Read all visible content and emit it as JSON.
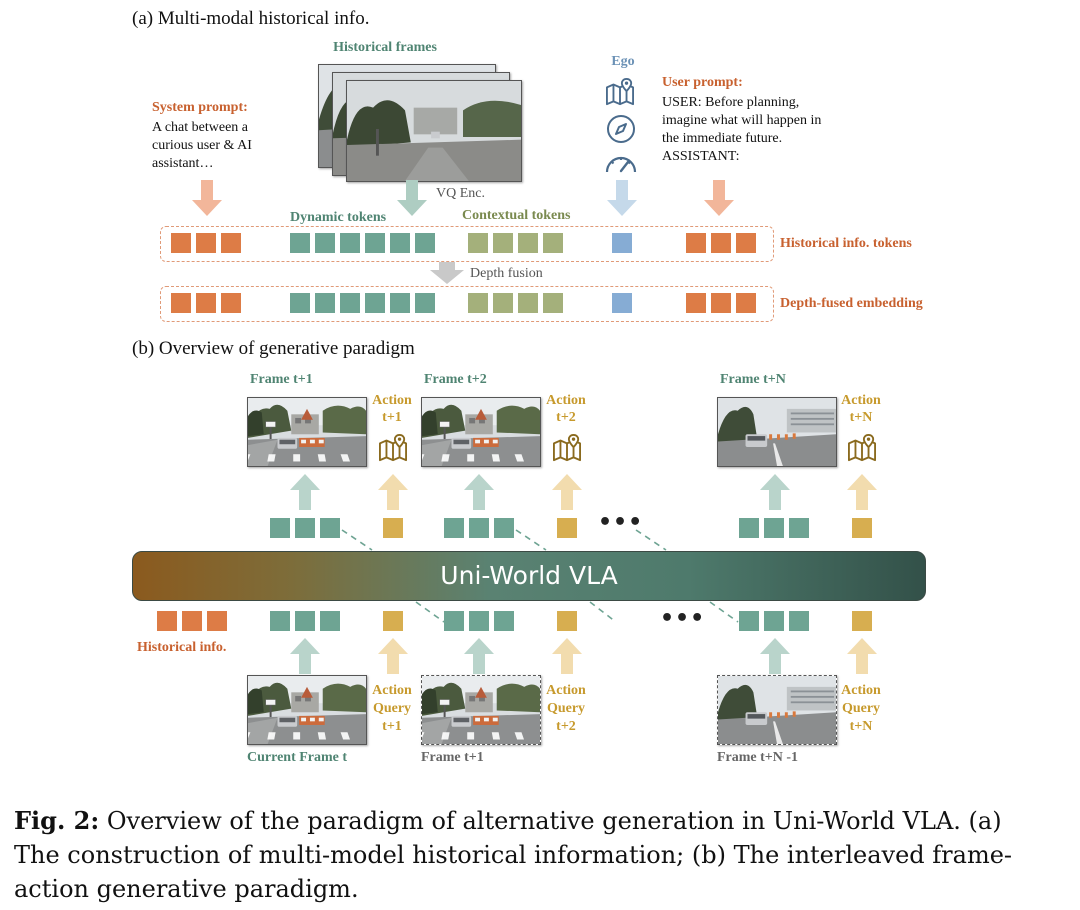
{
  "section_a": {
    "title": "(a) Multi-modal historical info.",
    "historical_frames_label": "Historical frames",
    "ego_label": "Ego",
    "system_prompt": {
      "title": "System prompt:",
      "lines": [
        "A chat between a",
        "curious user & AI",
        "assistant…"
      ]
    },
    "user_prompt": {
      "title": "User prompt:",
      "lines": [
        "USER: Before planning,",
        "imagine what will happen in",
        "the immediate future.",
        "ASSISTANT:"
      ]
    },
    "vq_enc_label": "VQ Enc.",
    "dynamic_tokens_label": "Dynamic tokens",
    "contextual_tokens_label": "Contextual tokens",
    "historical_tokens_label": "Historical info. tokens",
    "depth_fusion_label": "Depth fusion",
    "depth_fused_label": "Depth-fused embedding"
  },
  "section_b": {
    "title": "(b) Overview of generative paradigm",
    "vla_label": "Uni-World VLA",
    "historical_info_label": "Historical info.",
    "top_frames": [
      {
        "label": "Frame t+1",
        "action_line1": "Action",
        "action_line2": "t+1"
      },
      {
        "label": "Frame t+2",
        "action_line1": "Action",
        "action_line2": "t+2"
      },
      {
        "label": "Frame t+N",
        "action_line1": "Action",
        "action_line2": "t+N"
      }
    ],
    "bottom_frames": [
      {
        "label": "Current Frame t",
        "q1": "Action",
        "q2": "Query",
        "q3": "t+1"
      },
      {
        "label": "Frame t+1",
        "q1": "Action",
        "q2": "Query",
        "q3": "t+2"
      },
      {
        "label": "Frame t+N -1",
        "q1": "Action",
        "q2": "Query",
        "q3": "t+N"
      }
    ],
    "ellipsis": "•••"
  },
  "caption": {
    "fig_label": "Fig. 2:",
    "line1": "Overview of the paradigm of alternative generation in Uni-World VLA. (a)",
    "line2": "The construction of multi-model historical information; (b) The interleaved frame-",
    "line3": "action generative paradigm."
  },
  "colors": {
    "orange_token": "#dd7c46",
    "green_token": "#6ea493",
    "olive_token": "#a4b07b",
    "blue_token": "#86acd4",
    "gold_token": "#d7ae50",
    "accent_orange": "#c8612f",
    "accent_green": "#4f8472"
  },
  "icons": [
    "map-pin-icon",
    "compass-icon",
    "speedometer-icon"
  ]
}
